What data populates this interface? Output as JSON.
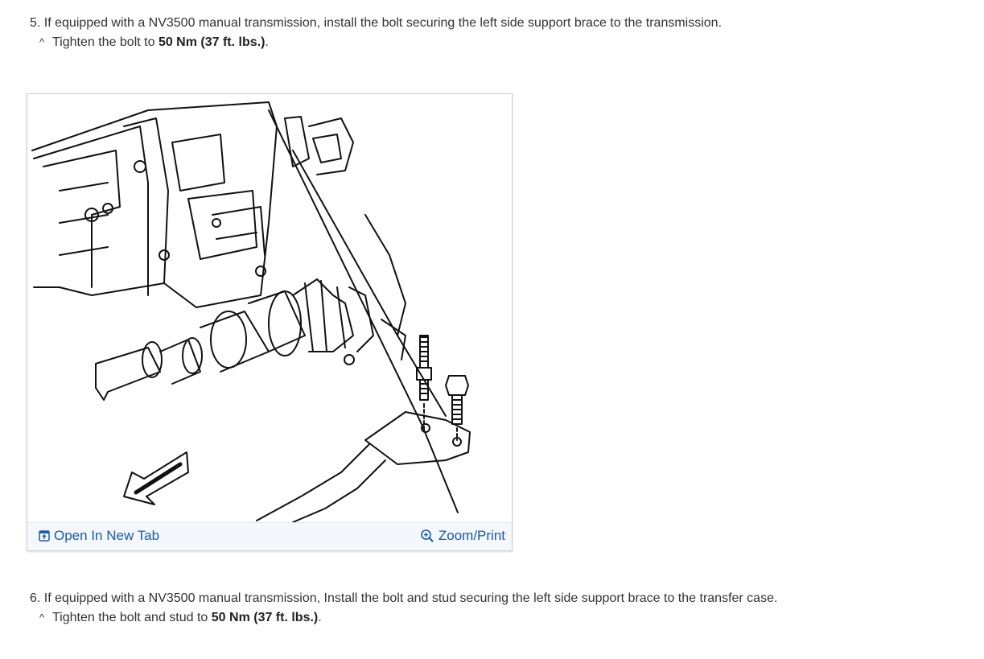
{
  "steps": [
    {
      "main": "5. If equipped with a NV3500 manual transmission, install the bolt securing the left side support brace to the transmission.",
      "sub_prefix": "Tighten the bolt to ",
      "sub_bold": "50 Nm (37 ft. lbs.)",
      "sub_suffix": "."
    },
    {
      "main": "6. If equipped with a NV3500 manual transmission, Install the bolt and stud securing the left side support brace to the transfer case.",
      "sub_prefix": "Tighten the bolt and stud to ",
      "sub_bold": "50 Nm (37 ft. lbs.)",
      "sub_suffix": "."
    }
  ],
  "caret": "^",
  "figure": {
    "open_label": "Open In New Tab",
    "zoom_label": "Zoom/Print",
    "open_icon": "open-in-new-tab-icon",
    "zoom_icon": "zoom-in-icon"
  }
}
